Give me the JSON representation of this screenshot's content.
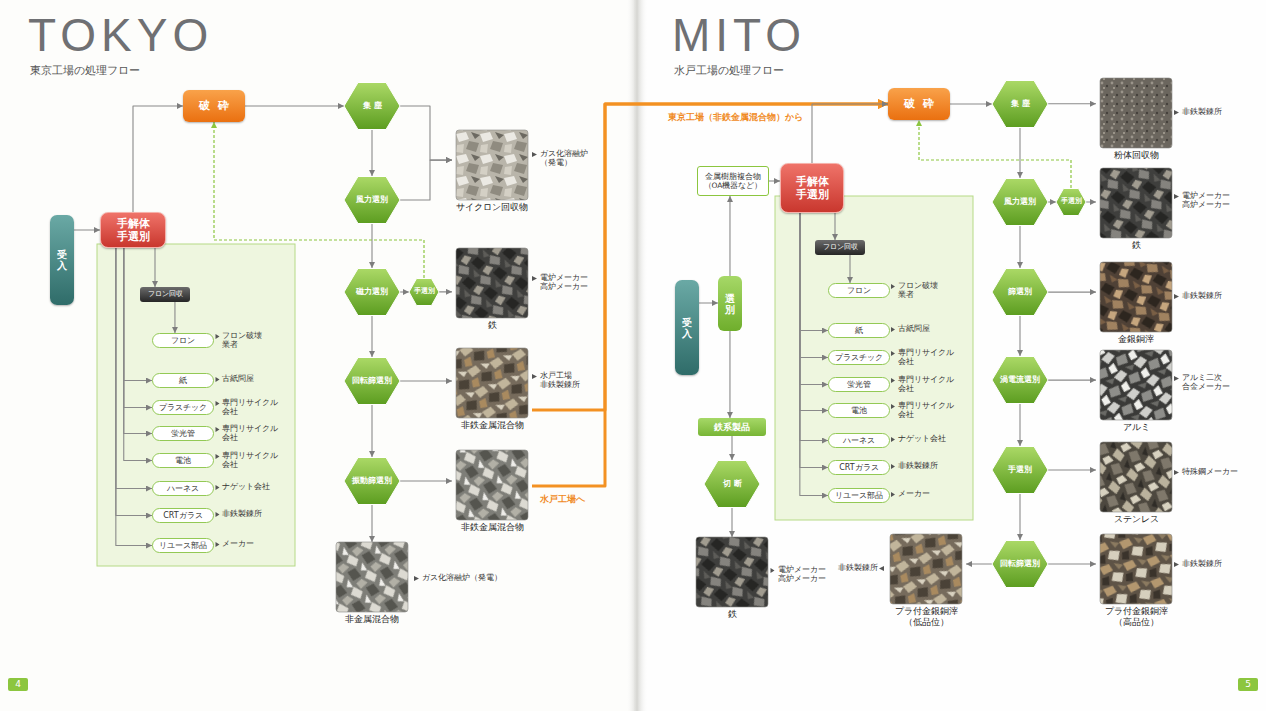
{
  "diagram": {
    "nodes": [
      {
        "text": [
          "受入"
        ]
      },
      {
        "text": [
          "手解体 手選別"
        ]
      },
      {
        "text": [
          "フロン回収"
        ]
      },
      {
        "text": [
          "フロン"
        ]
      },
      {
        "text": [
          "紙"
        ]
      },
      {
        "text": [
          "プラスチック"
        ]
      },
      {
        "text": [
          "蛍光管"
        ]
      },
      {
        "text": [
          "電池"
        ]
      },
      {
        "text": [
          "ハーネス"
        ]
      },
      {
        "text": [
          "CRTガラス"
        ]
      },
      {
        "text": [
          "リユース部品"
        ]
      },
      {
        "text": [
          "破砕"
        ]
      },
      {
        "text": [
          "集塵"
        ]
      },
      {
        "text": [
          "風力選別"
        ]
      },
      {
        "text": [
          "磁力選別"
        ]
      },
      {
        "text": [
          "手選別"
        ]
      },
      {
        "text": [
          "回転篩選別"
        ]
      },
      {
        "text": [
          "振動篩選別"
        ]
      },
      {
        "text": [
          "サイクロン回収物"
        ]
      },
      {
        "text": [
          "鉄"
        ]
      },
      {
        "text": [
          "非鉄金属混合物"
        ]
      },
      {
        "text": [
          "非鉄金属混合物"
        ]
      },
      {
        "text": [
          "非金属混合物"
        ]
      },
      {
        "text": [
          "受入"
        ]
      },
      {
        "text": [
          "選別"
        ]
      },
      {
        "text": [
          "金属樹脂複合物 （OA機器など）"
        ]
      },
      {
        "text": [
          "鉄系製品"
        ]
      },
      {
        "text": [
          "切断"
        ]
      },
      {
        "text": [
          "鉄"
        ]
      },
      {
        "text": [
          "手解体 手選別"
        ]
      },
      {
        "text": [
          "フロン回収"
        ]
      },
      {
        "text": [
          "フロン"
        ]
      },
      {
        "text": [
          "紙"
        ]
      },
      {
        "text": [
          "プラスチック"
        ]
      },
      {
        "text": [
          "蛍光管"
        ]
      },
      {
        "text": [
          "電池"
        ]
      },
      {
        "text": [
          "ハーネス"
        ]
      },
      {
        "text": [
          "CRTガラス"
        ]
      },
      {
        "text": [
          "リユース部品"
        ]
      },
      {
        "text": [
          "破砕"
        ]
      },
      {
        "text": [
          "集塵"
        ]
      },
      {
        "text": [
          "風力選別"
        ]
      },
      {
        "text": [
          "手選別"
        ]
      },
      {
        "text": [
          "篩選別"
        ]
      },
      {
        "text": [
          "渦電流選別"
        ]
      },
      {
        "text": [
          "手選別"
        ]
      },
      {
        "text": [
          "回転篩選別"
        ]
      },
      {
        "text": [
          "粉体回収物"
        ]
      },
      {
        "text": [
          "鉄"
        ]
      },
      {
        "text": [
          "金銀銅滓"
        ]
      },
      {
        "text": [
          "アルミ"
        ]
      },
      {
        "text": [
          "ステンレス"
        ]
      },
      {
        "text": [
          "プラ付金銀銅滓 （高品位）"
        ]
      },
      {
        "text": [
          "プラ付金銀銅滓 （低品位）"
        ]
      },
      {
        "text": [
          "4"
        ]
      },
      {
        "text": [
          "5"
        ]
      }
    ],
    "edges": [
      {
        "from": 0,
        "to": 1,
        "arrow": "to"
      },
      {
        "from": 1,
        "to": 11,
        "arrow": "to"
      },
      {
        "from": 1,
        "to": 2,
        "arrow": "to"
      },
      {
        "from": 2,
        "to": 3,
        "arrow": "to"
      },
      {
        "from": 1,
        "to": 4,
        "arrow": "to"
      },
      {
        "from": 1,
        "to": 5,
        "arrow": "to"
      },
      {
        "from": 1,
        "to": 6,
        "arrow": "to"
      },
      {
        "from": 1,
        "to": 7,
        "arrow": "to"
      },
      {
        "from": 1,
        "to": 8,
        "arrow": "to"
      },
      {
        "from": 1,
        "to": 9,
        "arrow": "to"
      },
      {
        "from": 1,
        "to": 10,
        "arrow": "to"
      },
      {
        "from": 11,
        "to": 12,
        "arrow": "to"
      },
      {
        "from": 12,
        "to": 13,
        "arrow": "to"
      },
      {
        "from": 13,
        "to": 14,
        "arrow": "to"
      },
      {
        "from": 14,
        "to": 16,
        "arrow": "to"
      },
      {
        "from": 16,
        "to": 17,
        "arrow": "to"
      },
      {
        "from": 12,
        "to": 18,
        "arrow": "to"
      },
      {
        "from": 13,
        "to": 18,
        "arrow": "to"
      },
      {
        "from": 14,
        "to": 15,
        "arrow": "to"
      },
      {
        "from": 15,
        "to": 19,
        "arrow": "to"
      },
      {
        "from": 15,
        "to": 11,
        "arrow": "to"
      },
      {
        "from": 16,
        "to": 20,
        "arrow": "to"
      },
      {
        "from": 17,
        "to": 21,
        "arrow": "to"
      },
      {
        "from": 17,
        "to": 22,
        "arrow": "to"
      },
      {
        "from": 20,
        "to": 39,
        "label": "東京工場（非鉄金属混合物）から",
        "arrow": "to"
      },
      {
        "from": 21,
        "to": 39,
        "label": "水戸工場へ",
        "arrow": "to"
      },
      {
        "from": 23,
        "to": 24,
        "arrow": "to"
      },
      {
        "from": 24,
        "to": 25,
        "arrow": "to"
      },
      {
        "from": 24,
        "to": 26,
        "arrow": "to"
      },
      {
        "from": 26,
        "to": 27,
        "arrow": "to"
      },
      {
        "from": 27,
        "to": 28,
        "arrow": "to"
      },
      {
        "from": 25,
        "to": 29,
        "arrow": "to"
      },
      {
        "from": 29,
        "to": 39,
        "arrow": "to"
      },
      {
        "from": 29,
        "to": 30,
        "arrow": "to"
      },
      {
        "from": 30,
        "to": 31,
        "arrow": "to"
      },
      {
        "from": 29,
        "to": 32,
        "arrow": "to"
      },
      {
        "from": 29,
        "to": 33,
        "arrow": "to"
      },
      {
        "from": 29,
        "to": 34,
        "arrow": "to"
      },
      {
        "from": 29,
        "to": 35,
        "arrow": "to"
      },
      {
        "from": 29,
        "to": 36,
        "arrow": "to"
      },
      {
        "from": 29,
        "to": 37,
        "arrow": "to"
      },
      {
        "from": 29,
        "to": 38,
        "arrow": "to"
      },
      {
        "from": 39,
        "to": 40,
        "arrow": "to"
      },
      {
        "from": 40,
        "to": 41,
        "arrow": "to"
      },
      {
        "from": 41,
        "to": 43,
        "arrow": "to"
      },
      {
        "from": 43,
        "to": 44,
        "arrow": "to"
      },
      {
        "from": 44,
        "to": 45,
        "arrow": "to"
      },
      {
        "from": 45,
        "to": 46,
        "arrow": "to"
      },
      {
        "from": 40,
        "to": 47,
        "arrow": "to"
      },
      {
        "from": 41,
        "to": 42,
        "arrow": "to"
      },
      {
        "from": 42,
        "to": 48,
        "arrow": "to"
      },
      {
        "from": 42,
        "to": 39,
        "arrow": "to"
      },
      {
        "from": 43,
        "to": 49,
        "arrow": "to"
      },
      {
        "from": 44,
        "to": 50,
        "arrow": "to"
      },
      {
        "from": 45,
        "to": 51,
        "arrow": "to"
      },
      {
        "from": 46,
        "to": 52,
        "arrow": "to"
      },
      {
        "from": 46,
        "to": 53,
        "arrow": "to"
      }
    ],
    "labels": [
      "TOKYO",
      "東京工場の処理フロー",
      "ガス化溶融炉 （発電）",
      "電炉メーカー 高炉メーカー",
      "水戸工場 非鉄製錬所",
      "ガス化溶融炉（発電）",
      "フロン破壊 業者",
      "古紙問屋",
      "専門リサイクル 会社",
      "専門リサイクル 会社",
      "専門リサイクル 会社",
      "ナゲット会社",
      "非鉄製錬所",
      "メーカー",
      "MITO",
      "水戸工場の処理フロー",
      "非鉄製錬所",
      "電炉メーカー 高炉メーカー",
      "非鉄製錬所",
      "アルミ二次 合金メーカー",
      "特殊鋼メーカー",
      "非鉄製錬所",
      "非鉄製錬所",
      "電炉メーカー 高炉メーカー",
      "フロン破壊 業者",
      "古紙問屋",
      "専門リサイクル 会社",
      "専門リサイクル 会社",
      "専門リサイクル 会社",
      "ナゲット会社",
      "非鉄製錬所",
      "メーカー"
    ]
  }
}
